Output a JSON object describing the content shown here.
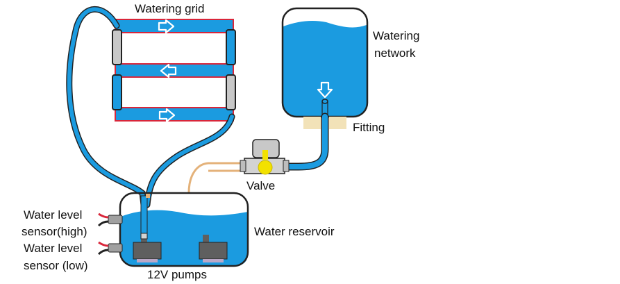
{
  "labels": {
    "watering_grid": "Watering grid",
    "watering_network_line1": "Watering",
    "watering_network_line2": "network",
    "fitting": "Fitting",
    "valve": "Valve",
    "water_reservoir": "Water reservoir",
    "sensor_high_line1": "Water level",
    "sensor_high_line2": "sensor(high)",
    "sensor_low_line1": "Water level",
    "sensor_low_line2": "sensor (low)",
    "pumps": "12V pumps"
  },
  "colors": {
    "water": "#1b9be0",
    "outline": "#222222",
    "grid_border": "#d9263a",
    "valve_yellow": "#f2e100",
    "fitting_beige": "#f2e2b8",
    "tube_orange": "#e4b27a",
    "pump_gray": "#5f5f5f"
  },
  "flow_arrows": [
    "right",
    "left",
    "right"
  ],
  "icons": [
    "arrow-outline-right-icon",
    "arrow-outline-left-icon",
    "arrow-outline-down-icon"
  ]
}
